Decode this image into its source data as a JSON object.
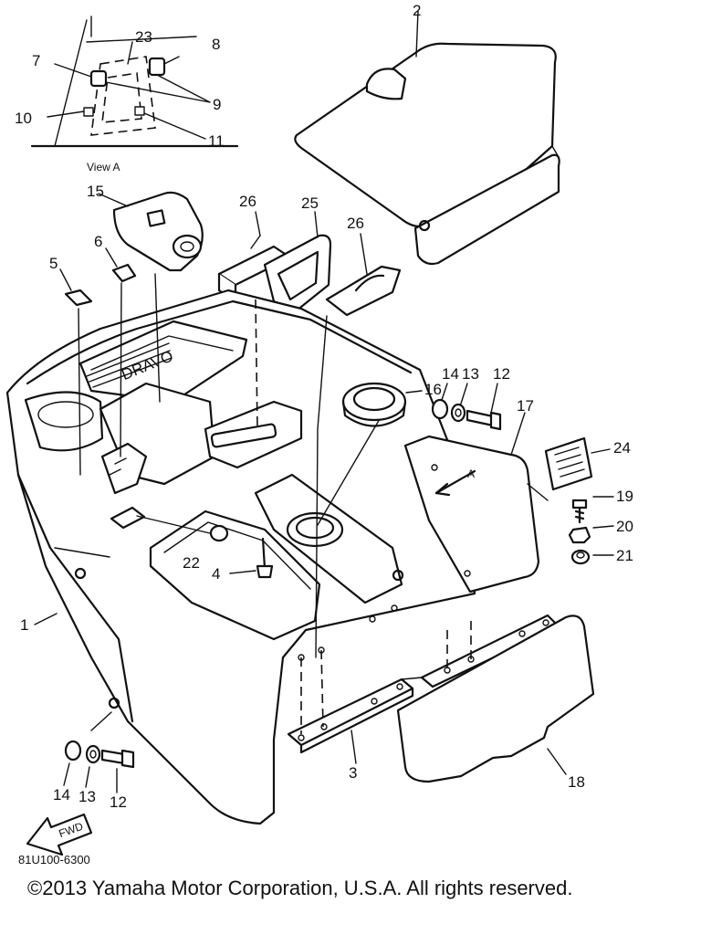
{
  "callouts": {
    "c1": "1",
    "c2": "2",
    "c3": "3",
    "c4": "4",
    "c5": "5",
    "c6": "6",
    "c7": "7",
    "c8": "8",
    "c9": "9",
    "c10": "10",
    "c11": "11",
    "c12a": "12",
    "c12b": "12",
    "c13a": "13",
    "c13b": "13",
    "c14a": "14",
    "c14b": "14",
    "c15": "15",
    "c16": "16",
    "c17": "17",
    "c18": "18",
    "c19": "19",
    "c20": "20",
    "c21": "21",
    "c22": "22",
    "c23": "23",
    "c24": "24",
    "c25": "25",
    "c26a": "26",
    "c26b": "26"
  },
  "view_label": "View A",
  "view_arrow_label": "A",
  "brand_text": "DRAVO",
  "fwd_label": "FWD",
  "diagram_code": "81U100-6300",
  "copyright": "©2013 Yamaha Motor Corporation, U.S.A. All rights reserved."
}
